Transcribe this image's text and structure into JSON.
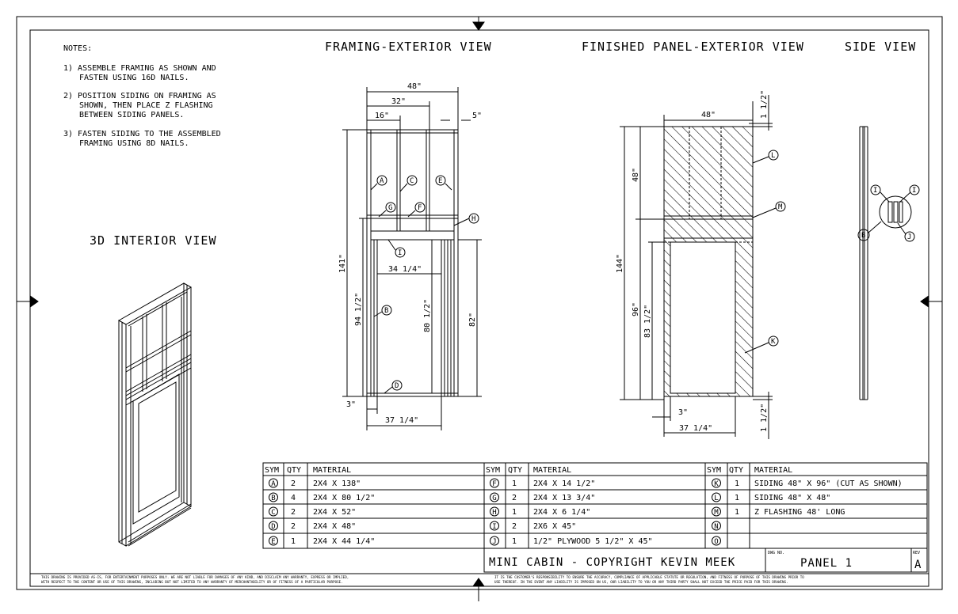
{
  "titles": {
    "framing": "FRAMING-EXTERIOR VIEW",
    "finished": "FINISHED PANEL-EXTERIOR VIEW",
    "side": "SIDE VIEW",
    "interior": "3D INTERIOR VIEW"
  },
  "notes": {
    "heading": "NOTES:",
    "lines": [
      "1) ASSEMBLE FRAMING AS SHOWN AND",
      "FASTEN USING 16D NAILS.",
      "2) POSITION SIDING ON FRAMING AS",
      "SHOWN, THEN PLACE Z FLASHING",
      "BETWEEN SIDING PANELS.",
      "3) FASTEN SIDING TO THE ASSEMBLED",
      "FRAMING USING 8D NAILS."
    ]
  },
  "framing_dims": {
    "w48": "48\"",
    "w32": "32\"",
    "w16": "16\"",
    "w5": "5\"",
    "h141": "141\"",
    "h94": "94 1/2\"",
    "h80": "80 1/2\"",
    "h82": "82\"",
    "w34": "34 1/4\"",
    "w3": "3\"",
    "w37": "37 1/4\""
  },
  "finished_dims": {
    "w48": "48\"",
    "t112": "1 1/2\"",
    "h48": "48\"",
    "h144": "144\"",
    "h96": "96\"",
    "h83": "83 1/2\"",
    "w3": "3\"",
    "w37": "37 1/4\"",
    "b112": "1 1/2\""
  },
  "labels": {
    "A": "A",
    "B": "B",
    "C": "C",
    "D": "D",
    "E": "E",
    "F": "F",
    "G": "G",
    "H": "H",
    "I": "I",
    "J": "J",
    "K": "K",
    "L": "L",
    "M": "M",
    "N": "N",
    "O": "O"
  },
  "table": {
    "headers": [
      "SYM",
      "QTY",
      "MATERIAL"
    ],
    "groups": [
      [
        {
          "sym": "A",
          "qty": "2",
          "material": "2X4 X 138\""
        },
        {
          "sym": "B",
          "qty": "4",
          "material": "2X4 X 80 1/2\""
        },
        {
          "sym": "C",
          "qty": "2",
          "material": "2X4 X 52\""
        },
        {
          "sym": "D",
          "qty": "2",
          "material": "2X4 X 48\""
        },
        {
          "sym": "E",
          "qty": "1",
          "material": "2X4 X 44 1/4\""
        }
      ],
      [
        {
          "sym": "F",
          "qty": "1",
          "material": "2X4 X 14 1/2\""
        },
        {
          "sym": "G",
          "qty": "2",
          "material": "2X4 X 13 3/4\""
        },
        {
          "sym": "H",
          "qty": "1",
          "material": "2X4 X 6 1/4\""
        },
        {
          "sym": "I",
          "qty": "2",
          "material": "2X6 X 45\""
        },
        {
          "sym": "J",
          "qty": "1",
          "material": "1/2\" PLYWOOD 5 1/2\" X 45\""
        }
      ],
      [
        {
          "sym": "K",
          "qty": "1",
          "material": "SIDING 48\" X 96\" (CUT AS SHOWN)"
        },
        {
          "sym": "L",
          "qty": "1",
          "material": "SIDING 48\" X 48\""
        },
        {
          "sym": "M",
          "qty": "1",
          "material": "Z FLASHING 48' LONG"
        },
        {
          "sym": "N",
          "qty": "",
          "material": ""
        },
        {
          "sym": "O",
          "qty": "",
          "material": ""
        }
      ]
    ]
  },
  "title_block": {
    "project": "MINI CABIN - COPYRIGHT KEVIN MEEK",
    "dwg_label": "DWG NO.",
    "dwg": "PANEL 1",
    "rev_label": "REV",
    "rev": "A"
  },
  "disclaimer": {
    "left1": "THIS DRAWING IS PROVIDED AS-IS, FOR ENTERTAINMENT PURPOSES ONLY. WE ARE NOT LIABLE FOR DAMAGES OF ANY KIND, AND DISCLAIM ANY WARRANTY, EXPRESS OR IMPLIED,",
    "left2": "WITH RESPECT TO THE CONTENT OR USE OF THIS DRAWING, INCLUDING BUT NOT LIMITED TO ANY WARRANTY OF MERCHANTABILITY OR OF FITNESS OF A PARTICULAR PURPOSE.",
    "right1": "IT IS THE CUSTOMER'S RESPONSIBILITY TO ENSURE THE ACCURACY, COMPLIANCE OF APPLICABLE STATUTE OR REGULATION, AND FITNESS OF PURPOSE OF THIS DRAWING PRIOR TO",
    "right2": "USE THEREOF. IN THE EVENT ANY LIABILITY IS IMPOSED ON US, OUR LIABILITY TO YOU OR ANY THIRD PARTY SHALL NOT EXCEED THE PRICE PAID FOR THIS DRAWING."
  }
}
